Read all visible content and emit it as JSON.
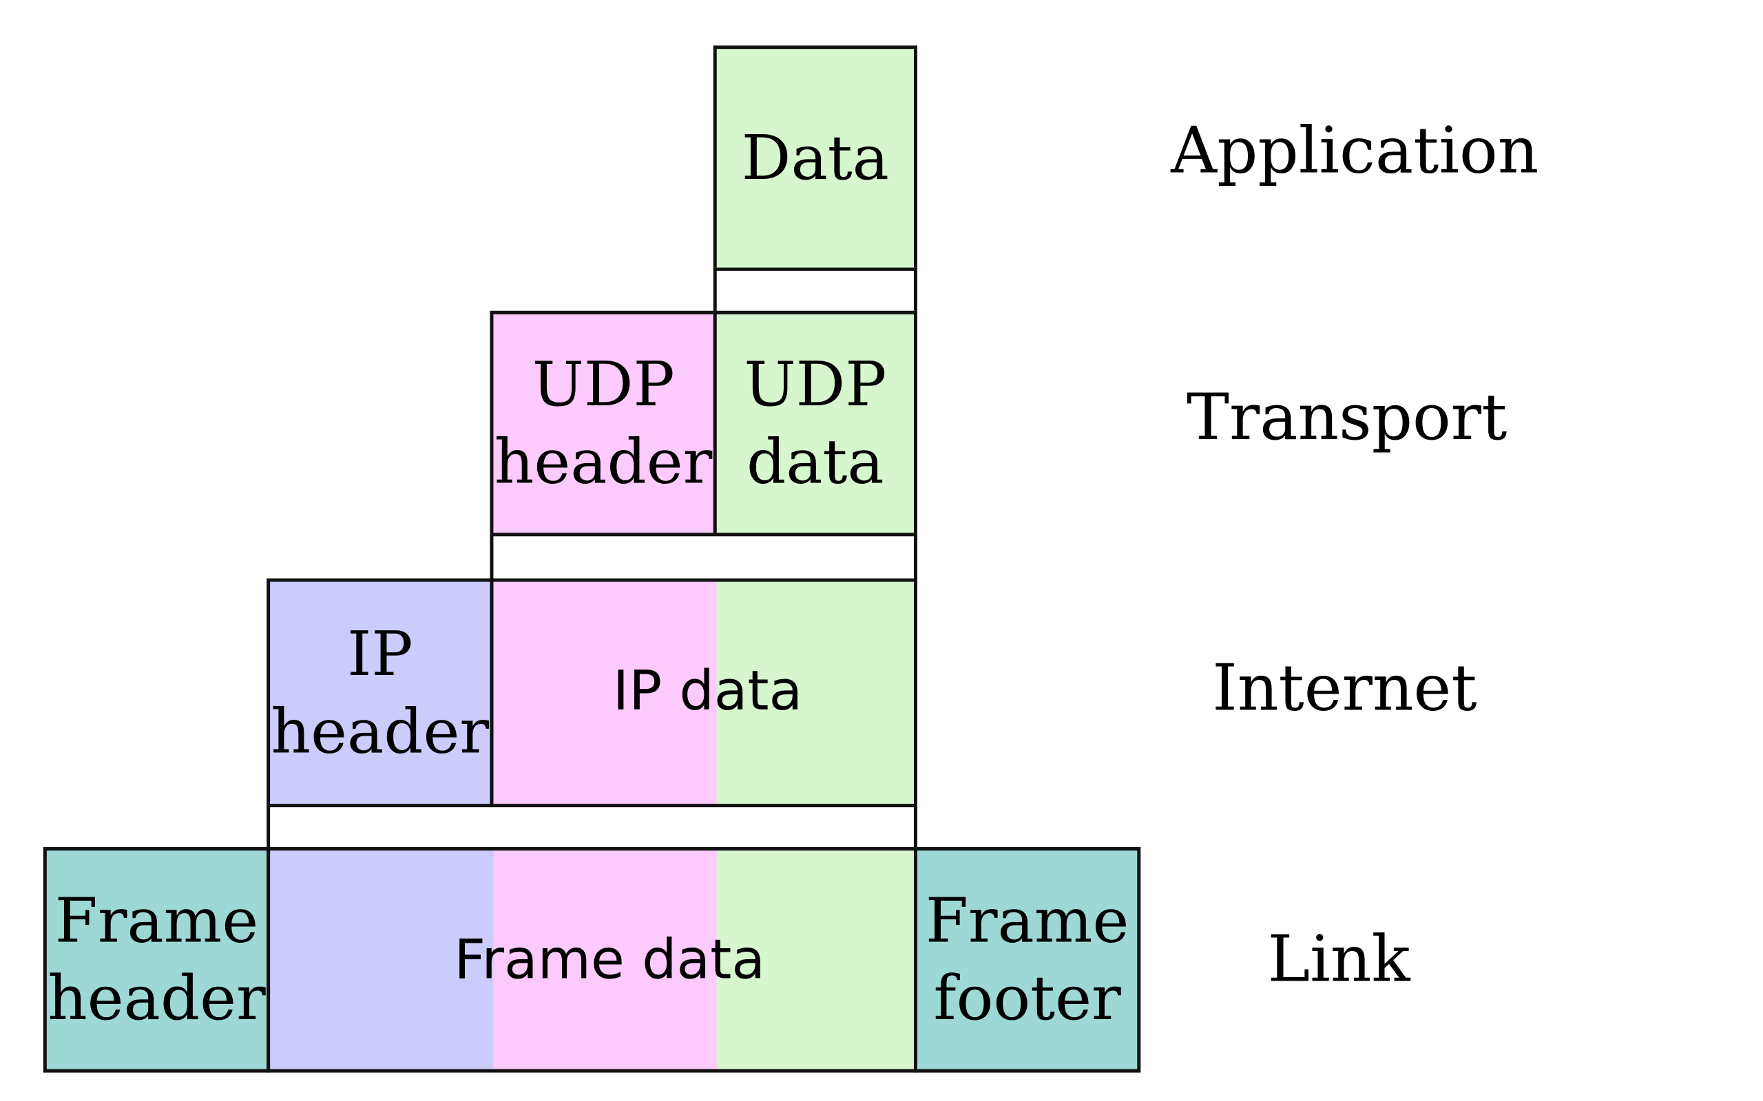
{
  "colors": {
    "data_green": "#d6f7cd",
    "udp_header_pink": "#fccafc",
    "ip_header_blue": "#ccccfc",
    "frame_teal": "#9ed8d4",
    "border": "#111111",
    "background": "#ffffff"
  },
  "layers": {
    "application": "Application",
    "transport": "Transport",
    "internet": "Internet",
    "link": "Link"
  },
  "application": {
    "data": "Data"
  },
  "transport": {
    "udp_header": [
      "UDP",
      "header"
    ],
    "udp_data": [
      "UDP",
      "data"
    ]
  },
  "internet": {
    "ip_header": [
      "IP",
      "header"
    ],
    "ip_data": "IP data"
  },
  "link": {
    "frame_header": [
      "Frame",
      "header"
    ],
    "frame_data": "Frame data",
    "frame_footer": [
      "Frame",
      "footer"
    ]
  }
}
